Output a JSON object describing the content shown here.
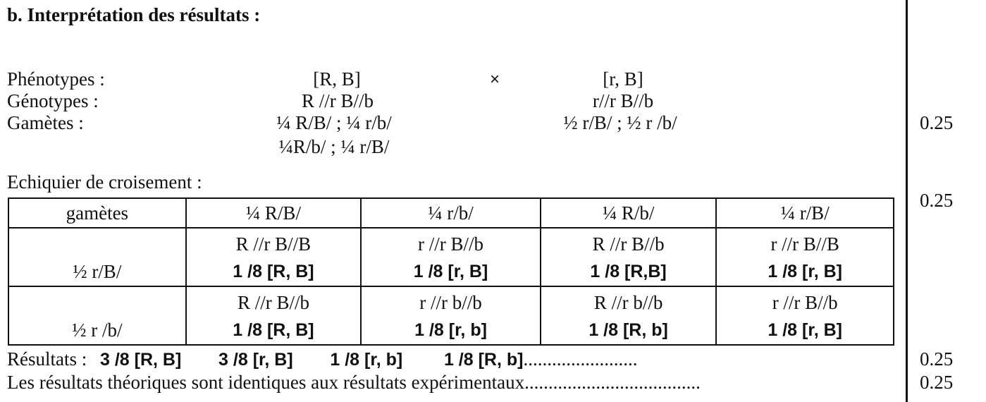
{
  "section_title": "b. Interprétation des résultats :",
  "parents": {
    "labels": {
      "phenotypes": "Phénotypes :",
      "genotypes": "Génotypes :",
      "gametes": "Gamètes :"
    },
    "cross_symbol": "×",
    "parent1": {
      "phenotype": "[R, B]",
      "genotype": "R //r B//b",
      "gametes_line1": "¼ R/B/ ; ¼ r/b/",
      "gametes_line2": "¼R/b/ ;  ¼ r/B/"
    },
    "parent2": {
      "phenotype": "[r, B]",
      "genotype": "r//r B//b",
      "gametes_line1": "½ r/B/ ; ½ r /b/"
    }
  },
  "echiquier_label": "Echiquier de croisement :",
  "table": {
    "header": [
      "gamètes",
      "¼ R/B/",
      "¼ r/b/",
      "¼  R/b/",
      "¼ r/B/"
    ],
    "rows": [
      {
        "gamete": "½ r/B/",
        "cells": [
          {
            "genotype": "R //r B//B",
            "phenotype": "1 /8  [R, B]"
          },
          {
            "genotype": "r //r B//b",
            "phenotype": "1 /8  [r, B]"
          },
          {
            "genotype": "R //r B//b",
            "phenotype": "1 /8  [R,B]"
          },
          {
            "genotype": "r //r B//B",
            "phenotype": "1 /8  [r, B]"
          }
        ]
      },
      {
        "gamete": "½ r /b/",
        "cells": [
          {
            "genotype": "R //r B//b",
            "phenotype": "1 /8  [R, B]"
          },
          {
            "genotype": "r //r b//b",
            "phenotype": "1 /8  [r, b]"
          },
          {
            "genotype": "R //r b//b",
            "phenotype": "1 /8  [R, b]"
          },
          {
            "genotype": "r //r B//b",
            "phenotype": "1 /8  [r, B]"
          }
        ]
      }
    ]
  },
  "results": {
    "label": "Résultats :",
    "items": [
      "3 /8  [R, B]",
      "3 /8  [r, B]",
      "1 /8  [r, b]",
      "1 /8  [R, b]"
    ],
    "dots": "........................"
  },
  "conclusion": "Les résultats théoriques sont identiques aux résultats expérimentaux.....................................",
  "scores": [
    "0.25",
    "0.25",
    "0.25",
    "0.25"
  ]
}
